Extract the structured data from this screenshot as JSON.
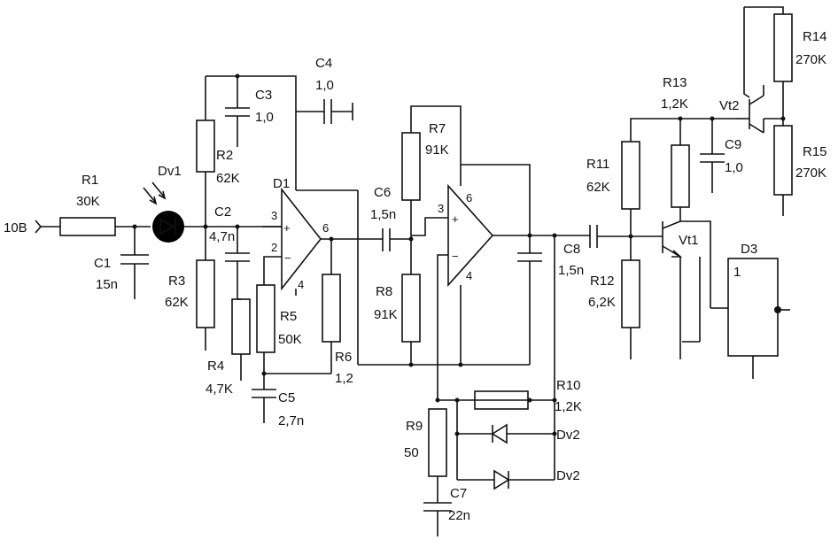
{
  "input": {
    "label": "10B"
  },
  "components": {
    "R1": {
      "ref": "R1",
      "value": "30K"
    },
    "C1": {
      "ref": "C1",
      "value": "15n"
    },
    "Dv1": {
      "ref": "Dv1"
    },
    "R2": {
      "ref": "R2",
      "value": "62K"
    },
    "C3": {
      "ref": "C3",
      "value": "1,0"
    },
    "C4": {
      "ref": "C4",
      "value": "1,0"
    },
    "C2": {
      "ref": "C2",
      "value": "4,7n"
    },
    "R3": {
      "ref": "R3",
      "value": "62K"
    },
    "R4": {
      "ref": "R4",
      "value": "4,7K"
    },
    "R5": {
      "ref": "R5",
      "value": "50K"
    },
    "C5": {
      "ref": "C5",
      "value": "2,7n"
    },
    "R6": {
      "ref": "R6",
      "value": "1,2"
    },
    "D1": {
      "ref": "D1",
      "pin_plus": "3",
      "pin_minus": "2",
      "pin_out": "6",
      "pin_gnd": "4"
    },
    "C6": {
      "ref": "C6",
      "value": "1,5n"
    },
    "R7": {
      "ref": "R7",
      "value": "91K"
    },
    "R8": {
      "ref": "R8",
      "value": "91K"
    },
    "U2": {
      "pin_plus": "3",
      "pin_out": "6",
      "pin_gnd": "4"
    },
    "R9": {
      "ref": "R9",
      "value": "50"
    },
    "C7": {
      "ref": "C7",
      "value": "22n"
    },
    "R10": {
      "ref": "R10",
      "value": "1,2K"
    },
    "Dv2a": {
      "ref": "Dv2"
    },
    "Dv2b": {
      "ref": "Dv2"
    },
    "C8": {
      "ref": "C8",
      "value": "1,5n"
    },
    "R11": {
      "ref": "R11",
      "value": "62K"
    },
    "R12": {
      "ref": "R12",
      "value": "6,2K"
    },
    "R13": {
      "ref": "R13",
      "value": "1,2K"
    },
    "C9": {
      "ref": "C9",
      "value": "1,0"
    },
    "Vt1": {
      "ref": "Vt1"
    },
    "Vt2": {
      "ref": "Vt2"
    },
    "R14": {
      "ref": "R14",
      "value": "270K"
    },
    "R15": {
      "ref": "R15",
      "value": "270K"
    },
    "D3": {
      "ref": "D3",
      "pin": "1"
    }
  }
}
